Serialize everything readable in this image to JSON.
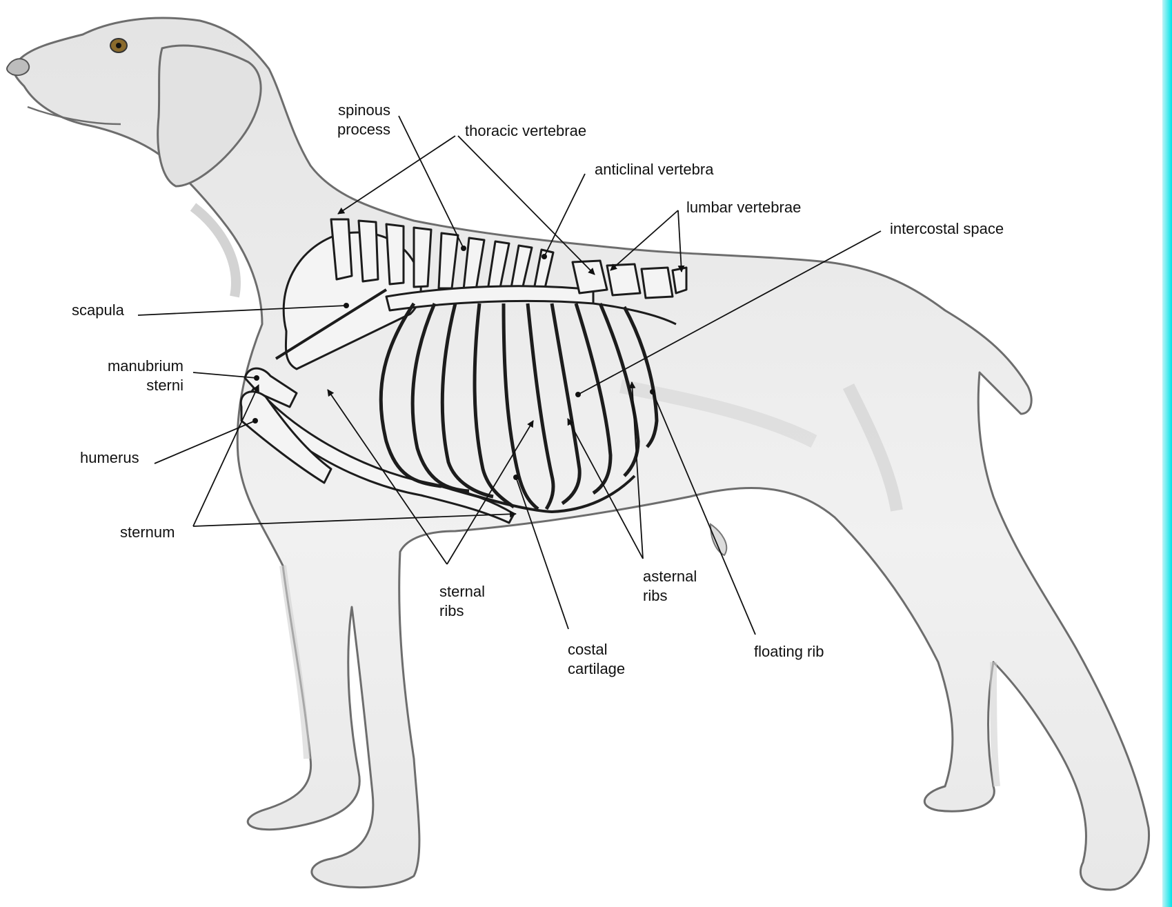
{
  "colors": {
    "background": "#ffffff",
    "sketch_fill": "#efefef",
    "sketch_shade": "#c9c9c9",
    "outline": "#6d6d6d",
    "bone_line": "#1c1c1c",
    "leader_line": "#111111",
    "edge_accent": "#00e3e8"
  },
  "labels": {
    "spinous_process": [
      "spinous",
      "process"
    ],
    "thoracic_vertebrae": "thoracic vertebrae",
    "anticlinal_vertebra": "anticlinal vertebra",
    "lumbar_vertebrae": "lumbar vertebrae",
    "intercostal_space": "intercostal space",
    "scapula": "scapula",
    "manubrium_sterni": [
      "manubrium",
      "sterni"
    ],
    "humerus": "humerus",
    "sternum": "sternum",
    "sternal_ribs": [
      "sternal",
      "ribs"
    ],
    "costal_cartilage": [
      "costal",
      "cartilage"
    ],
    "asternal_ribs": [
      "asternal",
      "ribs"
    ],
    "floating_rib": "floating rib"
  }
}
